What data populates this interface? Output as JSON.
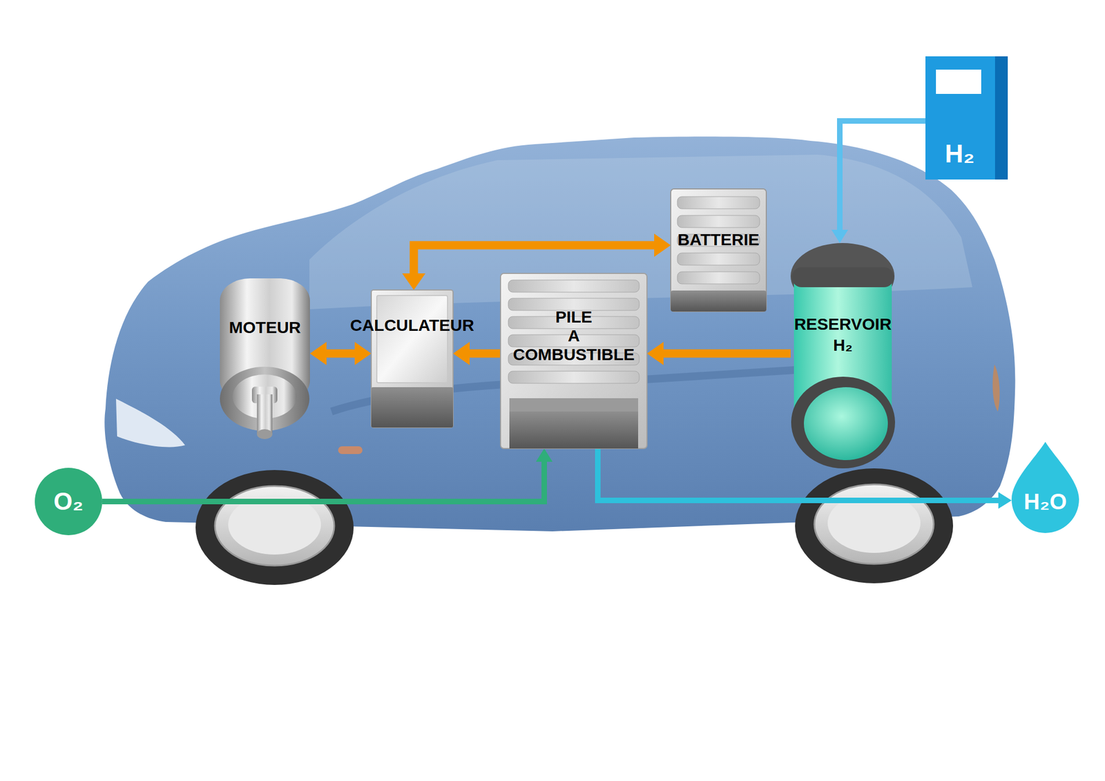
{
  "diagram": {
    "nodes": [
      {
        "text": [
          "H₂"
        ]
      },
      {
        "text": [
          "BATTERIE"
        ]
      },
      {
        "text": [
          "MOTEUR"
        ]
      },
      {
        "text": [
          "CALCULATEUR"
        ]
      },
      {
        "text": [
          "PILE A COMBUSTIBLE"
        ]
      },
      {
        "text": [
          "RESERVOIR H₂"
        ]
      },
      {
        "text": [
          "O₂"
        ]
      },
      {
        "text": [
          "H₂O"
        ]
      }
    ],
    "edges": [
      {
        "from": 0,
        "to": 5,
        "arrow": "to"
      },
      {
        "from": 2,
        "to": 3,
        "arrow": "both"
      },
      {
        "from": 3,
        "to": 1,
        "arrow": "both"
      },
      {
        "from": 4,
        "to": 3,
        "arrow": "to"
      },
      {
        "from": 5,
        "to": 4,
        "arrow": "to"
      },
      {
        "from": 6,
        "to": 4,
        "arrow": "to"
      },
      {
        "from": 4,
        "to": 7,
        "arrow": "to"
      }
    ]
  }
}
